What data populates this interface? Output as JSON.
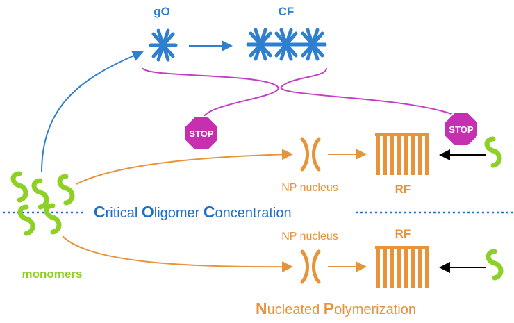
{
  "labels": {
    "go": "gO",
    "cf": "CF",
    "stop": "STOP",
    "np_nucleus": "NP nucleus",
    "rf": "RF",
    "monomers": "monomers"
  },
  "coc": {
    "c1": "C",
    "r1": "ritical ",
    "c2": "O",
    "r2": "ligomer ",
    "c3": "C",
    "r3": "oncentration"
  },
  "np": {
    "c1": "N",
    "r1": "ucleated ",
    "c2": "P",
    "r2": "olymerization"
  },
  "colors": {
    "blue": "#2f7fd0",
    "dark_blue": "#1f6fc7",
    "orange": "#e8923a",
    "green": "#8ed126",
    "magenta": "#c43ec4",
    "stop_fill": "#c52fb0",
    "black": "#000000"
  }
}
